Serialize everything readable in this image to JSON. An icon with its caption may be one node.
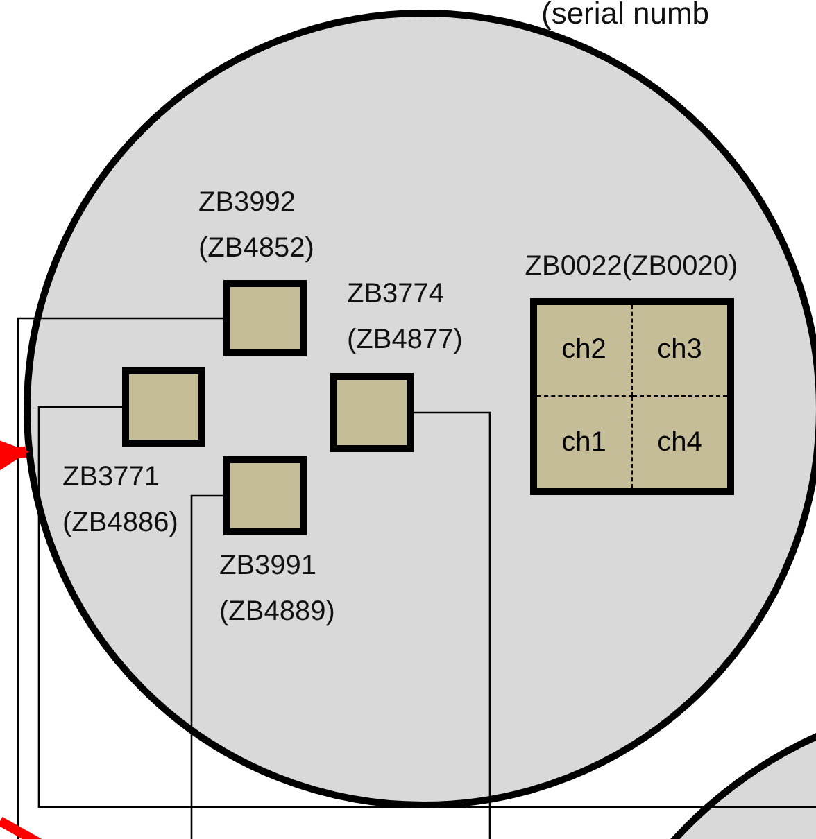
{
  "diagram": {
    "nodes": [
      {
        "text": [],
        "shape": "circle"
      },
      {
        "text": [],
        "shape": "box",
        "in": 0,
        "beside": [
          "ZB3992 (ZB4852)"
        ]
      },
      {
        "text": [],
        "shape": "box",
        "in": 0,
        "beside": [
          "ZB3774 (ZB4877)"
        ]
      },
      {
        "text": [
          "ZB0022(ZB0020)"
        ],
        "in": 0
      },
      {
        "text": [
          "ch2"
        ],
        "in": 3
      },
      {
        "text": [
          "ch3"
        ],
        "in": 3
      },
      {
        "text": [
          "ch1"
        ],
        "in": 3
      },
      {
        "text": [
          "ch4"
        ],
        "in": 3
      },
      {
        "text": [],
        "shape": "box",
        "in": 0,
        "beside": [
          "ZB3771 (ZB4886)"
        ]
      },
      {
        "text": [],
        "shape": "box",
        "in": 0,
        "beside": [
          "ZB3991 (ZB4889)"
        ]
      },
      {
        "text": [],
        "shape": "circle"
      }
    ],
    "edges": [
      {
        "from": 1,
        "to": null,
        "arrow": "none"
      },
      {
        "from": 8,
        "to": null,
        "arrow": "none"
      },
      {
        "from": 9,
        "to": null,
        "arrow": "none"
      },
      {
        "from": 2,
        "to": null,
        "arrow": "none"
      },
      {
        "from": null,
        "to": 0,
        "arrow": "to",
        "style": "thick",
        "color": "#ff0000"
      }
    ],
    "labels": [
      "(serial numb"
    ]
  }
}
